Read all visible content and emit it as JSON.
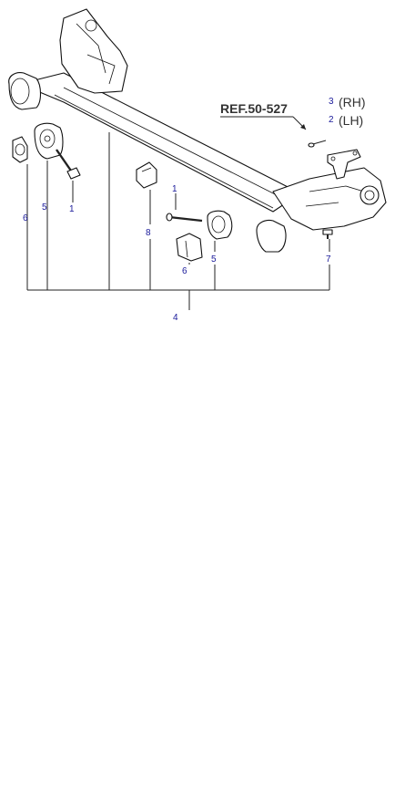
{
  "diagram": {
    "reference": "REF.50-527",
    "side_labels": [
      {
        "num": "3",
        "side": "(RH)"
      },
      {
        "num": "2",
        "side": "(LH)"
      }
    ],
    "callouts": {
      "bolt_left": "1",
      "bolt_right": "1",
      "bushing_left": "5",
      "bushing_right": "5",
      "bracket_left": "6",
      "bracket_right": "6",
      "stopper": "8",
      "bolt_small": "7",
      "assembly": "4"
    }
  }
}
